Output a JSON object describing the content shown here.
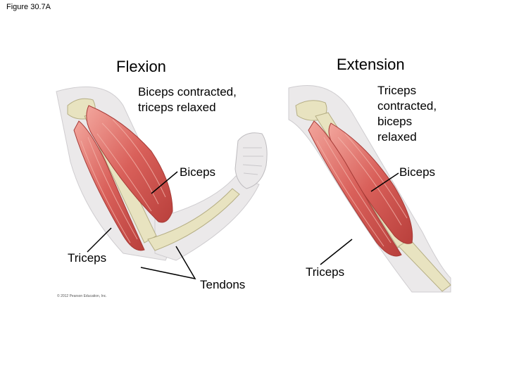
{
  "figure_label": "Figure 30.7A",
  "flexion": {
    "title": "Flexion",
    "caption": "Biceps contracted, triceps relaxed",
    "label_biceps": "Biceps",
    "label_triceps": "Triceps",
    "label_tendons": "Tendons"
  },
  "extension": {
    "title": "Extension",
    "caption_lines": [
      "Triceps",
      "contracted,",
      "biceps",
      "relaxed"
    ],
    "label_biceps": "Biceps",
    "label_triceps": "Triceps"
  },
  "copyright": "© 2012 Pearson Education, Inc.",
  "colors": {
    "skin": "#ebe9ea",
    "bone": "#e8e3c0",
    "muscle": "#d9605a",
    "muscle_light": "#ee9a92",
    "leader": "#000000"
  }
}
